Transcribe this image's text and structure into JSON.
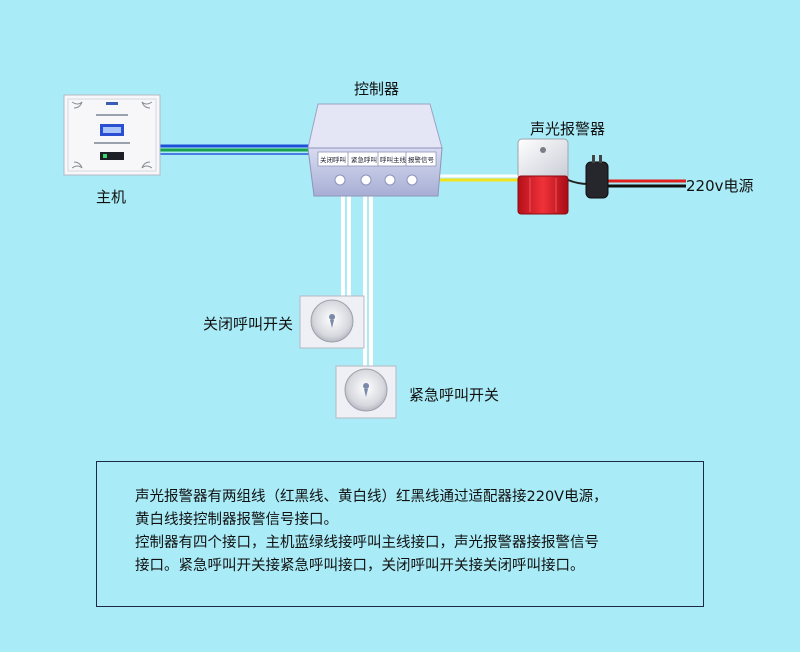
{
  "labels": {
    "host": "主机",
    "controller": "控制器",
    "alarm": "声光报警器",
    "power": "220v电源",
    "close_switch": "关闭呼叫开关",
    "emergency_switch": "紧急呼叫开关"
  },
  "controller_ports": [
    "关闭呼叫",
    "紧急呼叫",
    "呼叫主线",
    "报警信号"
  ],
  "notes": [
    "声光报警器有两组线（红黑线、黄白线）红黑线通过适配器接220V电源，",
    "黄白线接控制器报警信号接口。",
    "控制器有四个接口，主机蓝绿线接呼叫主线接口，声光报警器接报警信号",
    "接口。紧急呼叫开关接紧急呼叫接口，关闭呼叫开关接关闭呼叫接口。"
  ],
  "colors": {
    "background": "#a9ecf7",
    "wire_blue": "#1f4fd8",
    "wire_green": "#18a04a",
    "wire_red": "#e0201c",
    "wire_black": "#111111",
    "wire_yellow": "#f2e21c",
    "wire_white": "#ffffff"
  },
  "icons": {
    "host_panel": "wall-panel-host",
    "controller_box": "controller-box",
    "alarm_device": "strobe-siren",
    "adapter": "power-adapter",
    "switch_button": "wall-push-button"
  }
}
